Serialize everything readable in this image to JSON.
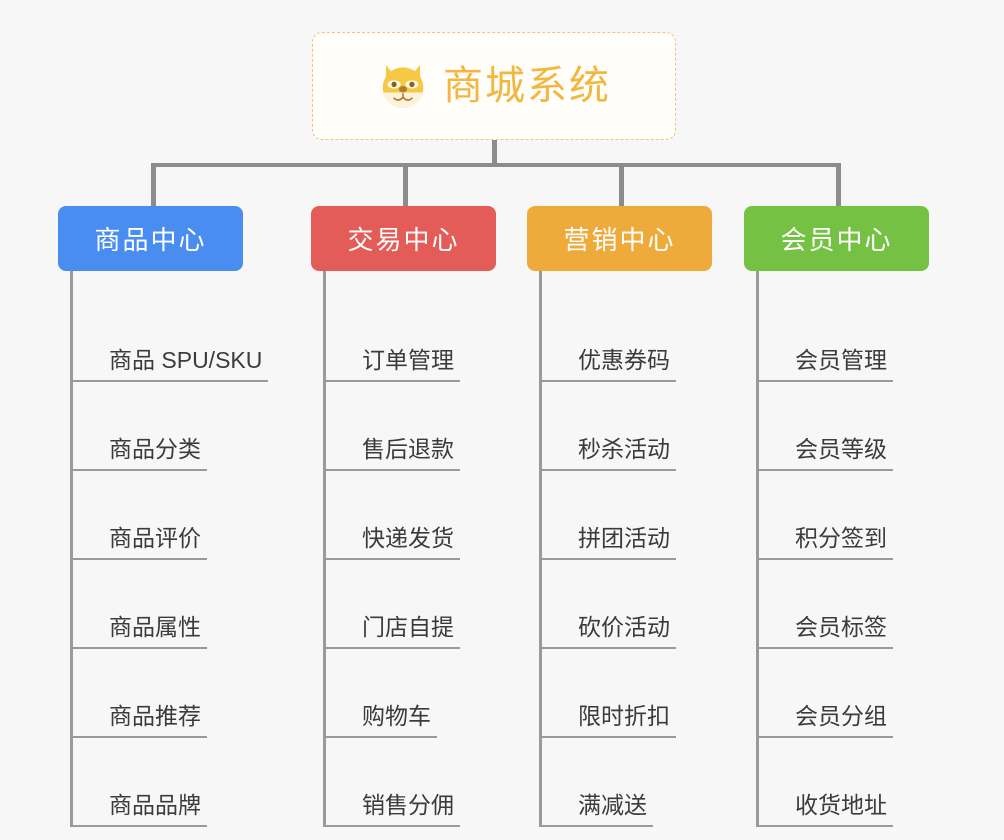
{
  "root": {
    "title": "商城系统",
    "icon": "dog-face-icon",
    "border_color": "#efc579",
    "text_color": "#f3b63e",
    "background": "#fffefb"
  },
  "canvas": {
    "background": "#f7f7f7",
    "connector_color": "#8c8c8c"
  },
  "branches": [
    {
      "title": "商品中心",
      "color": "#4a8df0",
      "items": [
        "商品 SPU/SKU",
        "商品分类",
        "商品评价",
        "商品属性",
        "商品推荐",
        "商品品牌"
      ]
    },
    {
      "title": "交易中心",
      "color": "#e35c58",
      "items": [
        "订单管理",
        "售后退款",
        "快递发货",
        "门店自提",
        "购物车",
        "销售分佣"
      ]
    },
    {
      "title": "营销中心",
      "color": "#eeab3c",
      "items": [
        "优惠券码",
        "秒杀活动",
        "拼团活动",
        "砍价活动",
        "限时折扣",
        "满减送"
      ]
    },
    {
      "title": "会员中心",
      "color": "#74c143",
      "items": [
        "会员管理",
        "会员等级",
        "积分签到",
        "会员标签",
        "会员分组",
        "收货地址"
      ]
    }
  ]
}
